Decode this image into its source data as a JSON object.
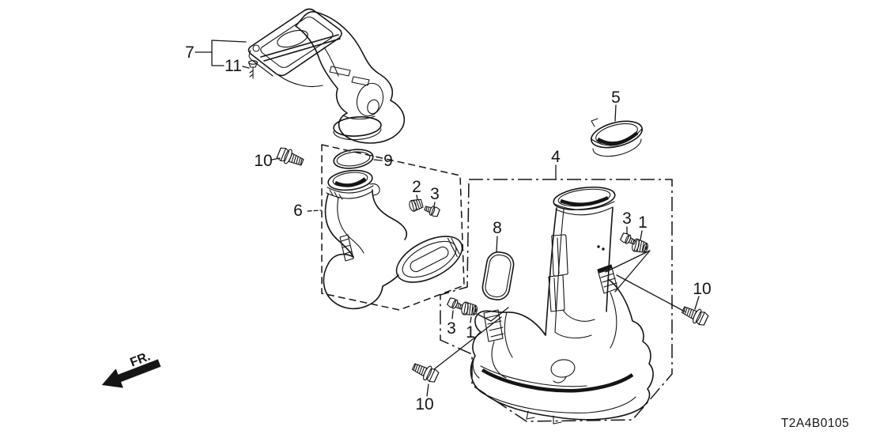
{
  "diagram": {
    "code": "T2A4B0105",
    "direction_label": "FR.",
    "background_color": "#ffffff",
    "line_color": "#151515"
  },
  "callouts": [
    {
      "id": "part-7",
      "label": "7"
    },
    {
      "id": "part-11",
      "label": "11"
    },
    {
      "id": "part-10-left",
      "label": "10"
    },
    {
      "id": "part-9",
      "label": "9"
    },
    {
      "id": "part-6",
      "label": "6"
    },
    {
      "id": "part-2",
      "label": "2"
    },
    {
      "id": "part-3-upper",
      "label": "3"
    },
    {
      "id": "part-5",
      "label": "5"
    },
    {
      "id": "part-4",
      "label": "4"
    },
    {
      "id": "part-8",
      "label": "8"
    },
    {
      "id": "part-3-right",
      "label": "3"
    },
    {
      "id": "part-1-right",
      "label": "1"
    },
    {
      "id": "part-3-lower",
      "label": "3"
    },
    {
      "id": "part-1-lower",
      "label": "1"
    },
    {
      "id": "part-10-right",
      "label": "10"
    },
    {
      "id": "part-10-bottom",
      "label": "10"
    }
  ]
}
